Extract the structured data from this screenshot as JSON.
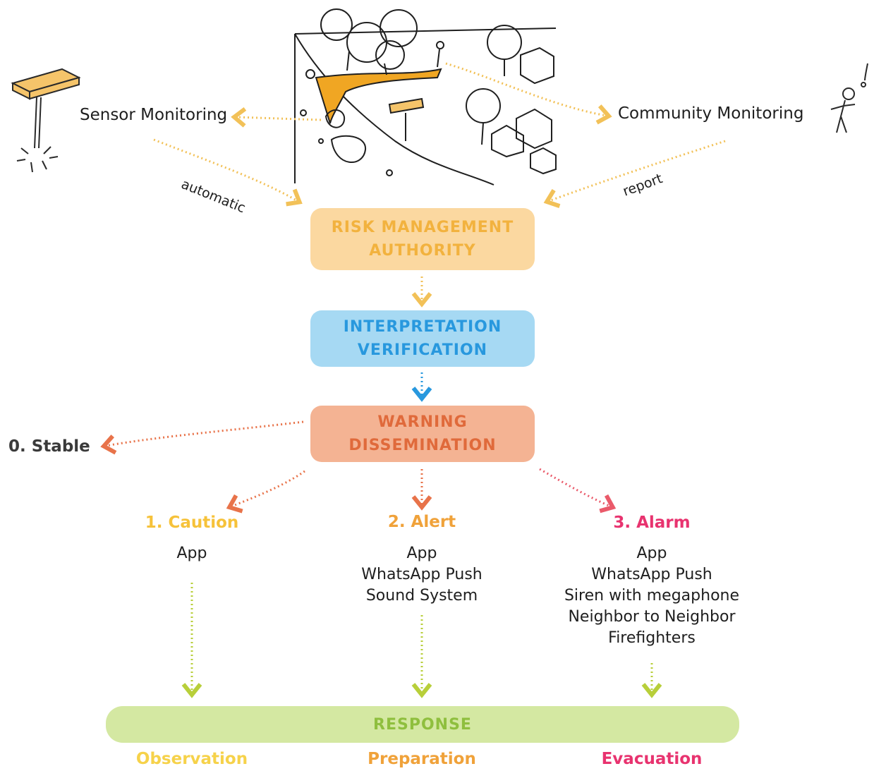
{
  "top": {
    "sensor_label": "Sensor Monitoring",
    "community_label": "Community Monitoring",
    "automatic_label": "automatic",
    "report_label": "report"
  },
  "boxes": {
    "risk": {
      "line1": "RISK MANAGEMENT",
      "line2": "AUTHORITY"
    },
    "interpretation": {
      "line1": "INTERPRETATION",
      "line2": "VERIFICATION"
    },
    "warning": {
      "line1": "WARNING",
      "line2": "DISSEMINATION"
    },
    "response": "RESPONSE"
  },
  "stable_label": "0. Stable",
  "levels": [
    {
      "label": "1. Caution",
      "channels": [
        "App"
      ],
      "outcome": "Observation"
    },
    {
      "label": "2. Alert",
      "channels": [
        "App",
        "WhatsApp Push",
        "Sound System"
      ],
      "outcome": "Preparation"
    },
    {
      "label": "3. Alarm",
      "channels": [
        "App",
        "WhatsApp Push",
        "Siren with megaphone",
        "Neighbor to Neighbor",
        "Firefighters"
      ],
      "outcome": "Evacuation"
    }
  ],
  "colors": {
    "risk": "#f2b23e",
    "interpretation": "#2898de",
    "warning": "#e06a3b",
    "response": "#8fbf3e",
    "caution": "#f6c23a",
    "alert": "#f0a23a",
    "alarm": "#e8336f",
    "connector_top": "#f2c158"
  },
  "icons": [
    "sensor-device-icon",
    "landslide-scene-illustration",
    "person-icon"
  ]
}
